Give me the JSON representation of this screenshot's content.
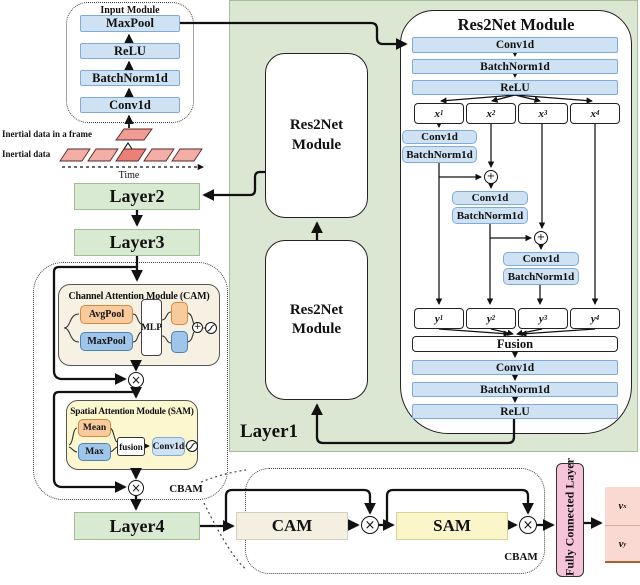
{
  "input_module": {
    "title": "Input Module",
    "blocks": [
      "MaxPool",
      "ReLU",
      "BatchNorm1d",
      "Conv1d"
    ]
  },
  "source": {
    "frame_label": "Inertial data in a frame",
    "data_label": "Inertial data",
    "time_label": "Time"
  },
  "layers": {
    "layer1": "Layer1",
    "layer2": "Layer2",
    "layer3": "Layer3",
    "layer4": "Layer4"
  },
  "res2net_modules": {
    "module1": "Res2Net Module",
    "module2": "Res2Net Module"
  },
  "cam": {
    "title": "Channel Attention Module (CAM)",
    "avgpool": "AvgPool",
    "maxpool": "MaxPool",
    "mlp": "MLP"
  },
  "sam": {
    "title": "Spatial Attention Module (SAM)",
    "mean": "Mean",
    "max": "Max",
    "fusion": "fusion",
    "conv1d": "Conv1d"
  },
  "cbam": {
    "top_label": "CBAM",
    "bottom_label": "CBAM"
  },
  "bottom_row": {
    "cam": "CAM",
    "sam": "SAM",
    "fully_connected": "Fully Connected Layer",
    "outputs": [
      {
        "base": "v",
        "sub": "x"
      },
      {
        "base": "v",
        "sub": "y"
      }
    ]
  },
  "res2net_detail": {
    "title": "Res2Net Module",
    "head": [
      "Conv1d",
      "BatchNorm1d",
      "ReLU"
    ],
    "splits": [
      {
        "base": "x",
        "sub": "1"
      },
      {
        "base": "x",
        "sub": "2"
      },
      {
        "base": "x",
        "sub": "3"
      },
      {
        "base": "x",
        "sub": "4"
      }
    ],
    "branches": [
      {
        "conv": "Conv1d",
        "bn": "BatchNorm1d"
      },
      {
        "conv": "Conv1d",
        "bn": "BatchNorm1d"
      },
      {
        "conv": "Conv1d",
        "bn": "BatchNorm1d"
      }
    ],
    "merges": [
      {
        "base": "y",
        "sub": "1"
      },
      {
        "base": "y",
        "sub": "2"
      },
      {
        "base": "y",
        "sub": "3"
      },
      {
        "base": "y",
        "sub": "4"
      }
    ],
    "fusion": "Fusion",
    "tail": [
      "Conv1d",
      "BatchNorm1d",
      "ReLU"
    ]
  },
  "operators": {
    "add": "+",
    "multiply": "×"
  },
  "colors": {
    "panel_green": "#dbe7d3",
    "box_green": "#d9ead3",
    "light_blue": "#cfe2f3",
    "mid_blue": "#9fc5e8",
    "orange": "#f9cb9c",
    "cream": "#f6f1e3",
    "yellow": "#fcf7cf",
    "pink": "#f6c4d9",
    "salmon": "#f9d9d2"
  }
}
